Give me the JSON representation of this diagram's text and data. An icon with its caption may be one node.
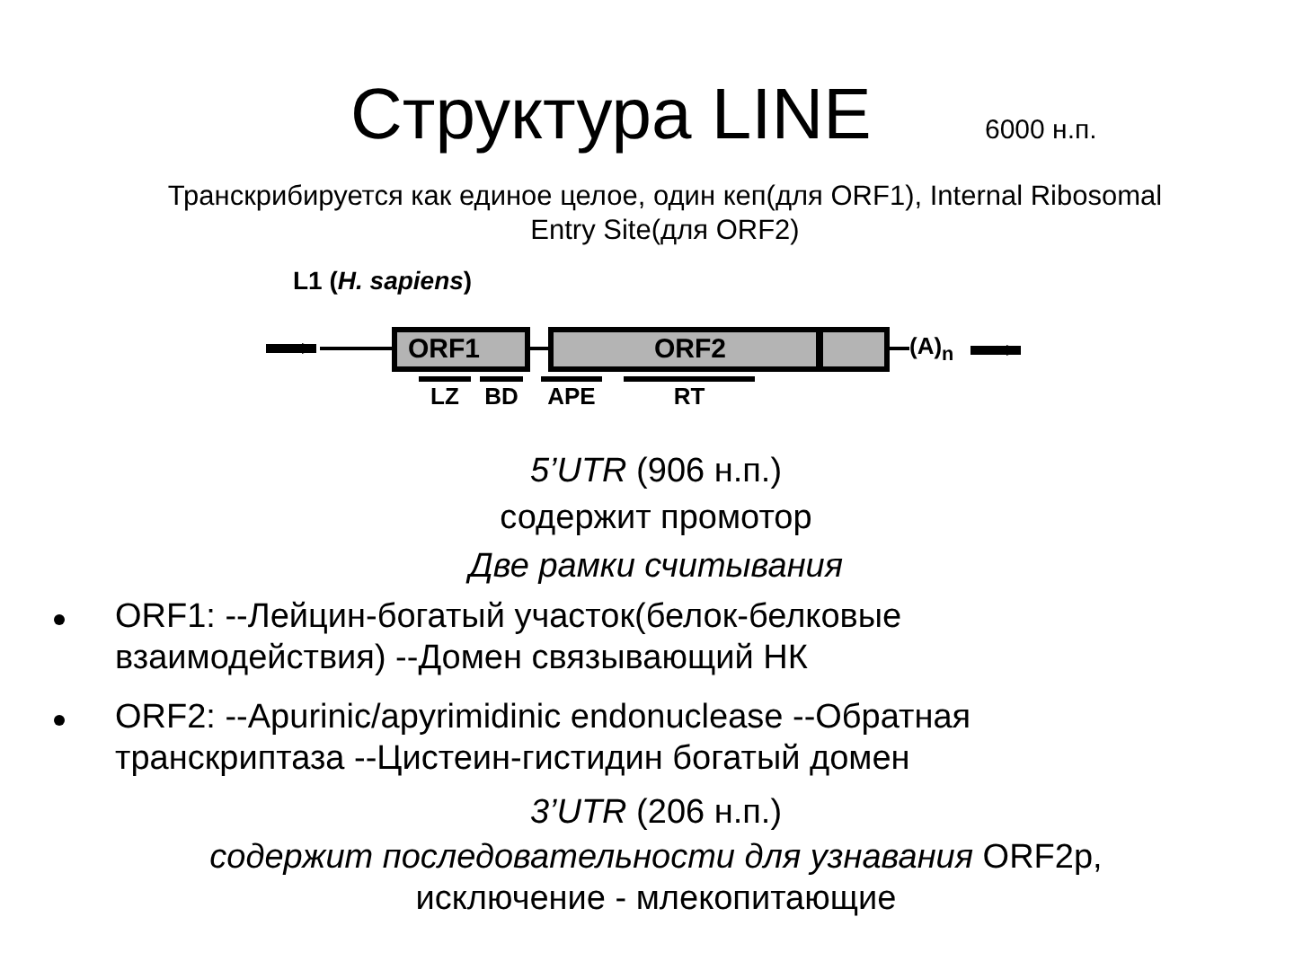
{
  "diagram": {
    "title": "Структура LINE",
    "nodes": [
      {
        "text": [
          "ORF1"
        ]
      },
      {
        "text": [
          "ORF2"
        ]
      },
      {
        "text": [],
        "shape": "box"
      }
    ],
    "edges": [
      {
        "from": 0,
        "to": 1,
        "arrow": "none"
      }
    ],
    "labels": [
      "6000 н.п.",
      "Транскрибируется как единое целое, один кеп(для ORF1), Internal Ribosomal Entry Site(для ORF2)",
      "L1 (*H. sapiens*)",
      "(A)$_{n}$",
      "LZ",
      "BD",
      "APE",
      "RT",
      "*5’UTR* (906 н.п.)",
      "содержит промотор",
      "Две рамки считывания",
      "ORF1: --Лейцин-богатый участок(белок-белковые взаимодействия) --Домен связывающий НК",
      "ORF2: --Apurinic/apyrimidinic endonuclease --Обратная транскриптаза --Цистеин-гистидин богатый домен",
      "*3’UTR* (206 н.п.)",
      "*содержит последовательности для узнавания* ORF2p, исключение - млекопитающие"
    ]
  }
}
